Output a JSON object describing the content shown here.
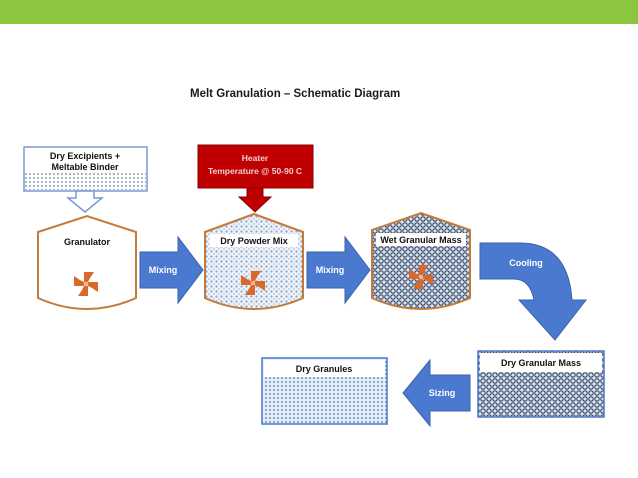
{
  "title": "Melt Granulation – Schematic Diagram",
  "input_box": {
    "line1": "Dry Excipients +",
    "line2": "Meltable Binder"
  },
  "heater": {
    "line1": "Heater",
    "line2": "Temperature @ 50-90  C"
  },
  "vessels": {
    "granulator": "Granulator",
    "dry_powder_mix": "Dry Powder Mix",
    "wet_granular_mass": "Wet Granular Mass",
    "dry_granular_mass": "Dry Granular Mass",
    "dry_granules": "Dry Granules"
  },
  "arrows": {
    "mixing_1": "Mixing",
    "mixing_2": "Mixing",
    "cooling": "Cooling",
    "sizing": "Sizing"
  },
  "colors": {
    "top_bar": "#8cc63f",
    "arrow_blue": "#4a79cf",
    "heater_red": "#c00000",
    "vessel_outline": "#c47a3a",
    "impeller": "#d9682a",
    "box_outline": "#4a79cf"
  }
}
